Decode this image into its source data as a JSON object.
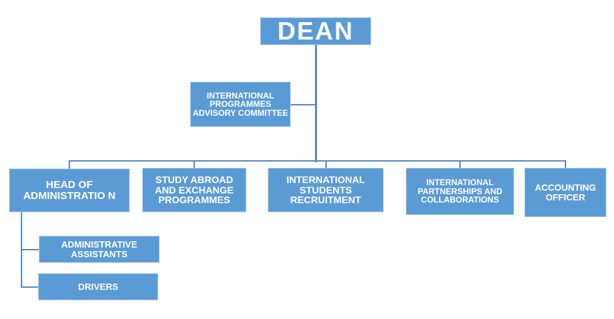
{
  "dean": "DEAN",
  "advisory": "INTERNATIONAL PROGRAMMES ADVISORY COMMITTEE",
  "departments": [
    "HEAD OF ADMINISTRATIO N",
    "STUDY ABROAD AND EXCHANGE PROGRAMMES",
    "INTERNATIONAL STUDENTS RECRUITMENT",
    "INTERNATIONAL PARTNERSHIPS AND COLLABORATIONS",
    "ACCOUNTING OFFICER"
  ],
  "admin_sub": [
    "ADMINISTRATIVE ASSISTANTS",
    "DRIVERS"
  ],
  "colors": {
    "box": "#5b9bd5",
    "line": "#5a8ac0"
  }
}
